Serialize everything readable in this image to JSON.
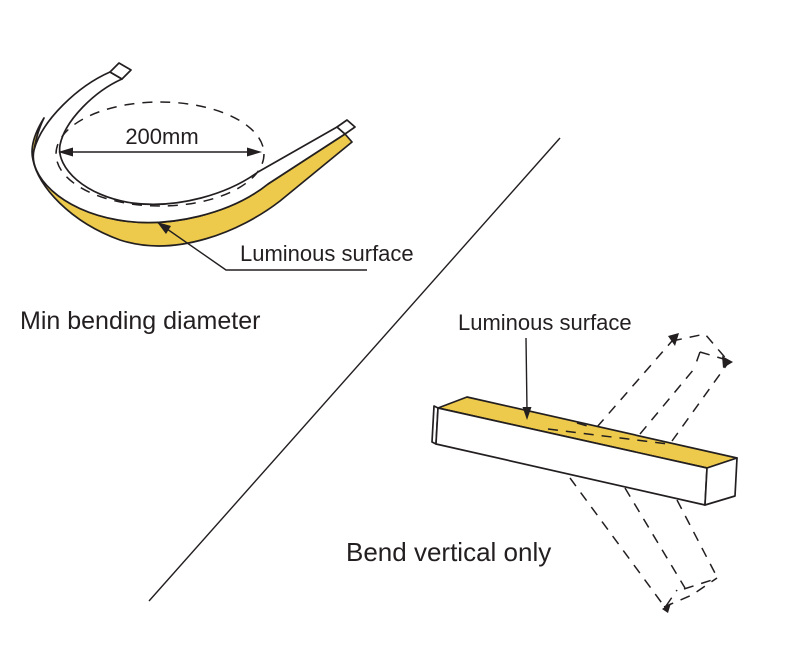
{
  "colors": {
    "luminous_surface": "#EDCA4B",
    "line": "#231F20",
    "background": "#FFFFFF"
  },
  "figure_min_bending": {
    "caption": "Min bending diameter",
    "dimension_label": "200mm",
    "surface_label": "Luminous surface"
  },
  "figure_bend_vertical": {
    "caption": "Bend vertical only",
    "surface_label": "Luminous surface"
  }
}
